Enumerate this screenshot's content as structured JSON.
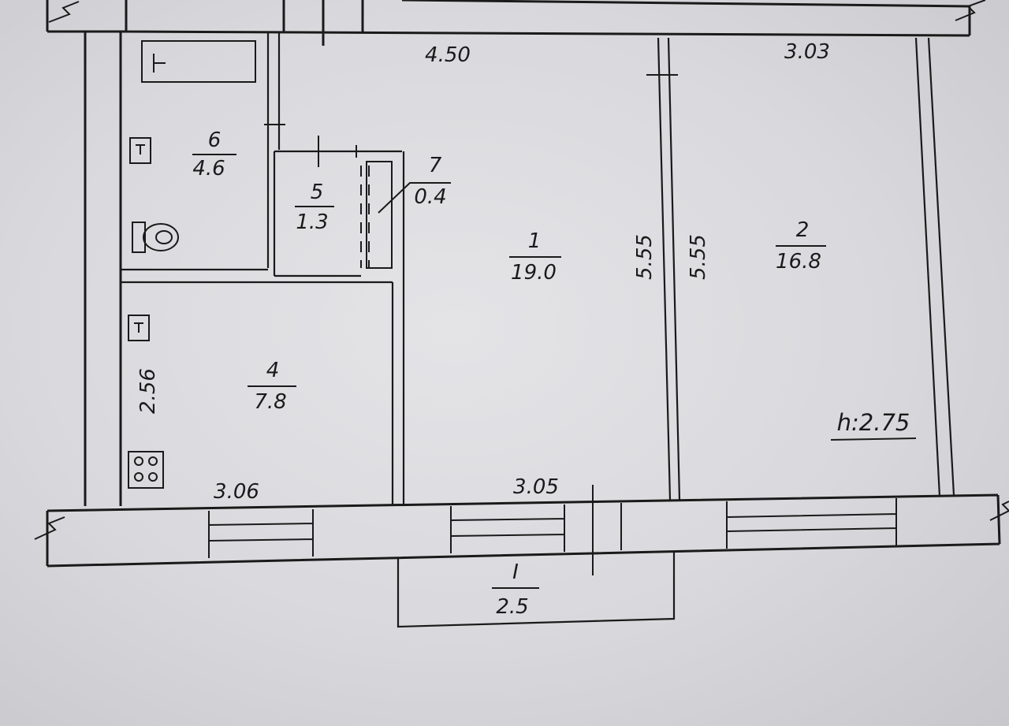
{
  "rooms": [
    {
      "number": "1",
      "area": "19.0"
    },
    {
      "number": "2",
      "area": "16.8"
    },
    {
      "number": "4",
      "area": "7.8"
    },
    {
      "number": "5",
      "area": "1.3"
    },
    {
      "number": "6",
      "area": "4.6"
    },
    {
      "number": "7",
      "area": "0.4"
    },
    {
      "number": "I",
      "area": "2.5"
    }
  ],
  "dimensions": {
    "top_left": "4.50",
    "top_right": "3.03",
    "bottom_left": "3.06",
    "bottom_middle": "3.05",
    "room1_depth": "5.55",
    "room2_depth": "5.55",
    "kitchen_depth": "2.56"
  },
  "ceiling_height": "h:2.75"
}
